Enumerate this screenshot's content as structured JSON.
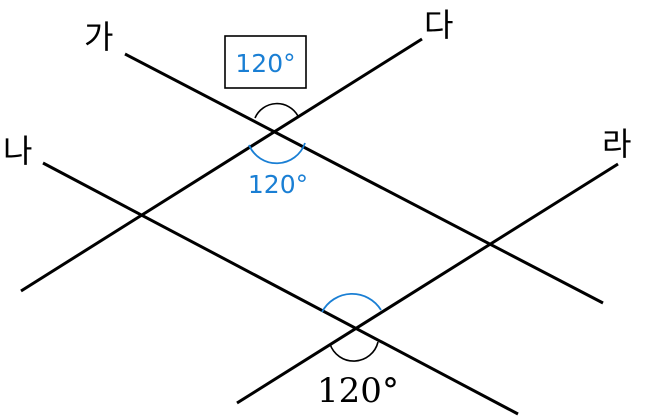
{
  "labels": {
    "line_ga": "가",
    "line_na": "나",
    "line_da": "다",
    "line_ra": "라"
  },
  "angles": {
    "boxed": "120°",
    "upper_below": "120°",
    "lower_below": "120°"
  },
  "colors": {
    "line": "#000000",
    "accent": "#1a7fd4"
  }
}
